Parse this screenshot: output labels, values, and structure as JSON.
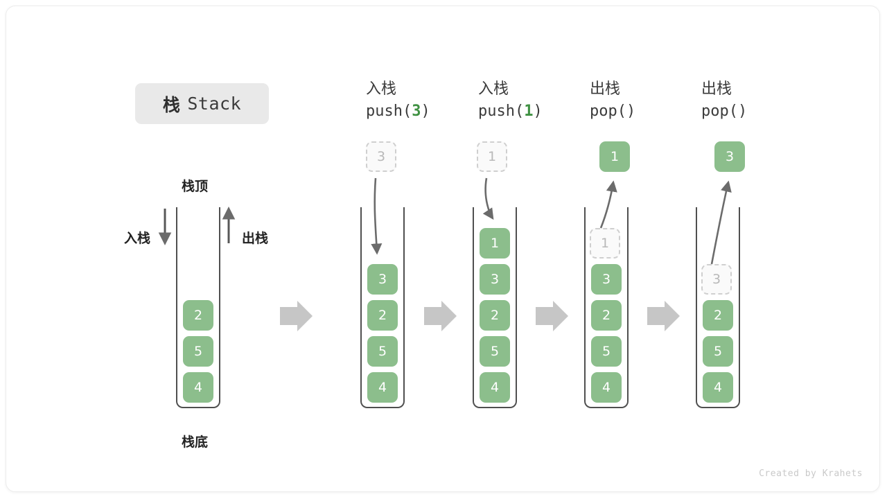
{
  "title": {
    "cn": "栈",
    "en": "Stack"
  },
  "labels": {
    "top": "栈顶",
    "bottom": "栈底",
    "push": "入栈",
    "pop": "出栈"
  },
  "credit": "Created by Krahets",
  "colors": {
    "element": "#8cbe8c",
    "element_text": "#ffffff",
    "ghost_border": "#cfcfcf",
    "ghost_text": "#b8b8b8",
    "arrow": "#6b6b6b",
    "separator": "#c6c6c6",
    "accent_arg": "#3f9142",
    "tube": "#4f4f4f",
    "chip_bg": "#e9e9e9"
  },
  "columns": [
    {
      "id": "initial",
      "head_line1": "",
      "head_line2": "",
      "head_arg": "",
      "stack": [
        "2",
        "5",
        "4"
      ],
      "incoming": null,
      "outgoing": null,
      "ghost_in_stack": null
    },
    {
      "id": "push-3",
      "head_line1": "入栈",
      "head_line2_pre": "push(",
      "head_arg": "3",
      "head_line2_post": ")",
      "stack": [
        "3",
        "2",
        "5",
        "4"
      ],
      "incoming": "3",
      "outgoing": null,
      "ghost_in_stack": null
    },
    {
      "id": "push-1",
      "head_line1": "入栈",
      "head_line2_pre": "push(",
      "head_arg": "1",
      "head_line2_post": ")",
      "stack": [
        "1",
        "3",
        "2",
        "5",
        "4"
      ],
      "incoming": "1",
      "outgoing": null,
      "ghost_in_stack": null
    },
    {
      "id": "pop-1",
      "head_line1": "出栈",
      "head_line2_pre": "pop(",
      "head_arg": "",
      "head_line2_post": ")",
      "stack": [
        "3",
        "2",
        "5",
        "4"
      ],
      "incoming": null,
      "outgoing": "1",
      "ghost_in_stack": "1"
    },
    {
      "id": "pop-3",
      "head_line1": "出栈",
      "head_line2_pre": "pop(",
      "head_arg": "",
      "head_line2_post": ")",
      "stack": [
        "2",
        "5",
        "4"
      ],
      "incoming": null,
      "outgoing": "3",
      "ghost_in_stack": "3"
    }
  ],
  "cells": {
    "c0_2": "2",
    "c0_5": "5",
    "c0_4": "4",
    "c1_ghost": "3",
    "c1_3": "3",
    "c1_2": "2",
    "c1_5": "5",
    "c1_4": "4",
    "c2_ghost": "1",
    "c2_1": "1",
    "c2_3": "3",
    "c2_2": "2",
    "c2_5": "5",
    "c2_4": "4",
    "c3_out": "1",
    "c3_ghost": "1",
    "c3_3": "3",
    "c3_2": "2",
    "c3_5": "5",
    "c3_4": "4",
    "c4_out": "3",
    "c4_ghost": "3",
    "c4_2": "2",
    "c4_5": "5",
    "c4_4": "4"
  }
}
